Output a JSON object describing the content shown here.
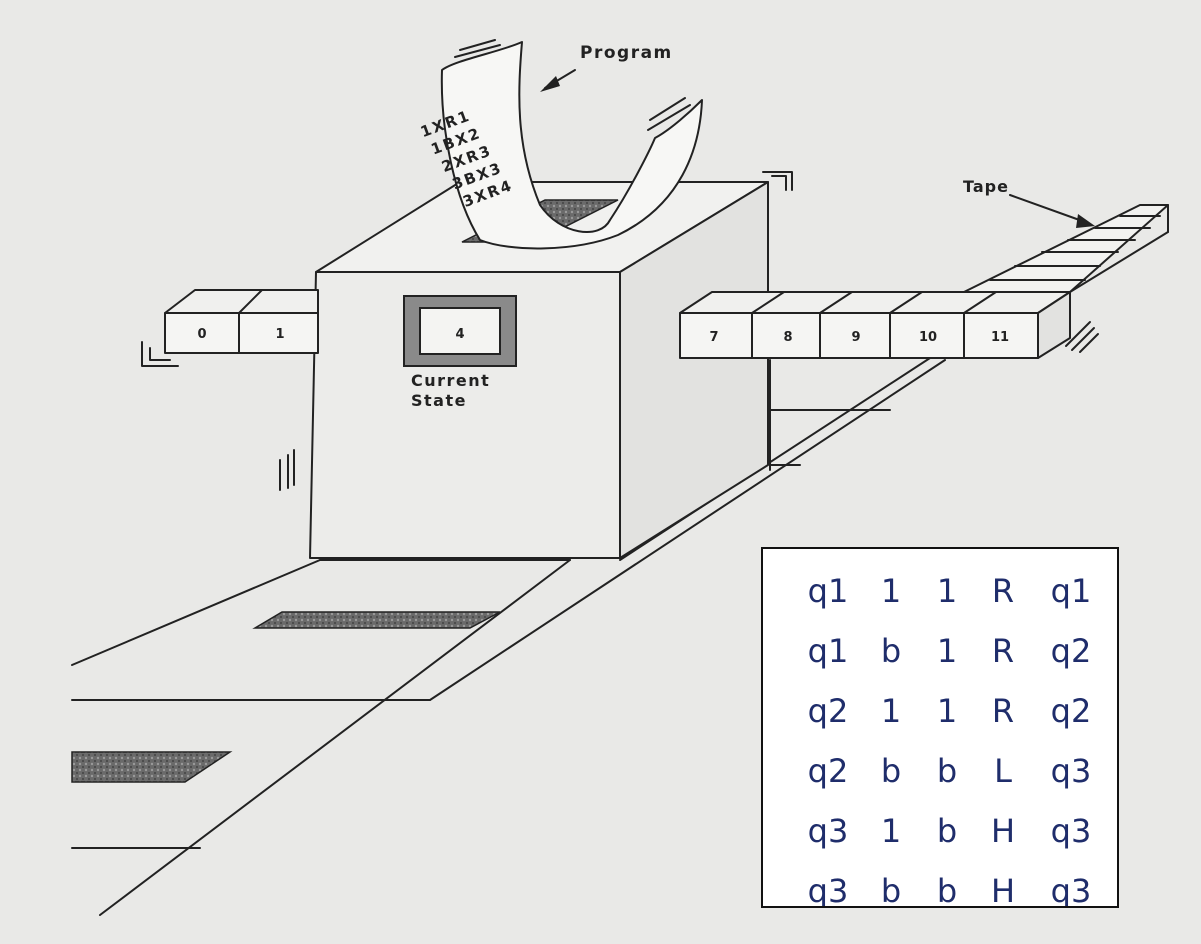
{
  "labels": {
    "program": "Program",
    "tape": "Tape",
    "current_state": [
      "Current",
      "State"
    ],
    "state_value": "4"
  },
  "program_lines": [
    "1XR1",
    "1BX2",
    "2XR3",
    "3BX3",
    "3XR4"
  ],
  "tape": {
    "left_cells": [
      "0",
      "1"
    ],
    "right_cells": [
      "7",
      "8",
      "9",
      "10",
      "11"
    ]
  },
  "transition_table": {
    "rows": [
      [
        "q1",
        "1",
        "1",
        "R",
        "q1"
      ],
      [
        "q1",
        "b",
        "1",
        "R",
        "q2"
      ],
      [
        "q2",
        "1",
        "1",
        "R",
        "q2"
      ],
      [
        "q2",
        "b",
        "b",
        "L",
        "q3"
      ],
      [
        "q3",
        "1",
        "b",
        "H",
        "q3"
      ],
      [
        "q3",
        "b",
        "b",
        "H",
        "q3"
      ]
    ]
  },
  "colors": {
    "background": "#e9e9e7",
    "ink": "#222222",
    "table_text": "#1f2d6b",
    "shading": "#555555"
  }
}
